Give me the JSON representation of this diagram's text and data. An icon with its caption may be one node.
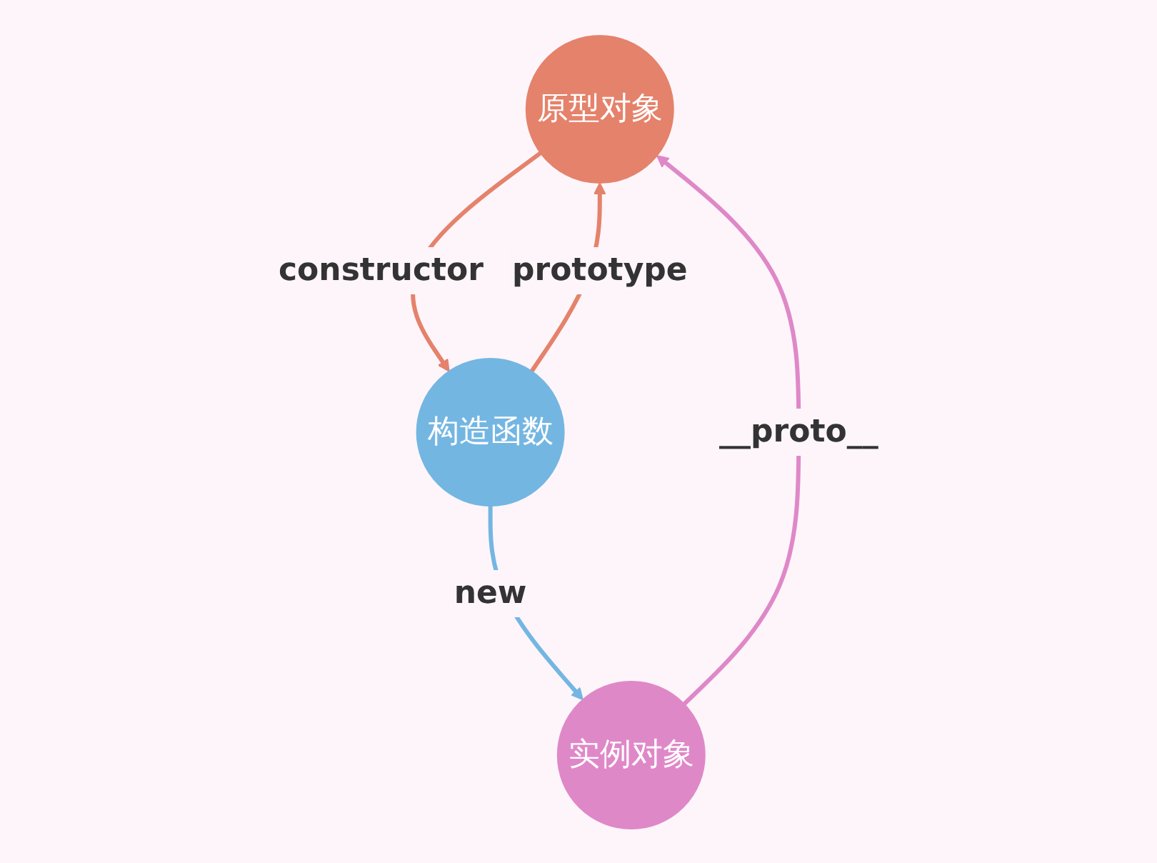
{
  "diagram": {
    "nodes": [
      {
        "text": [
          "原型对象"
        ]
      },
      {
        "text": [
          "构造函数"
        ]
      },
      {
        "text": [
          "实例对象"
        ]
      }
    ],
    "edges": [
      {
        "from": 0,
        "to": 1,
        "arrow": "to",
        "label": "constructor",
        "color": "#e5826b"
      },
      {
        "from": 1,
        "to": 0,
        "arrow": "to",
        "label": "prototype",
        "color": "#e5826b"
      },
      {
        "from": 1,
        "to": 2,
        "arrow": "to",
        "label": "new",
        "color": "#74b6e2"
      },
      {
        "from": 2,
        "to": 0,
        "arrow": "to",
        "label": "__proto__",
        "color": "#df88c8"
      }
    ]
  }
}
